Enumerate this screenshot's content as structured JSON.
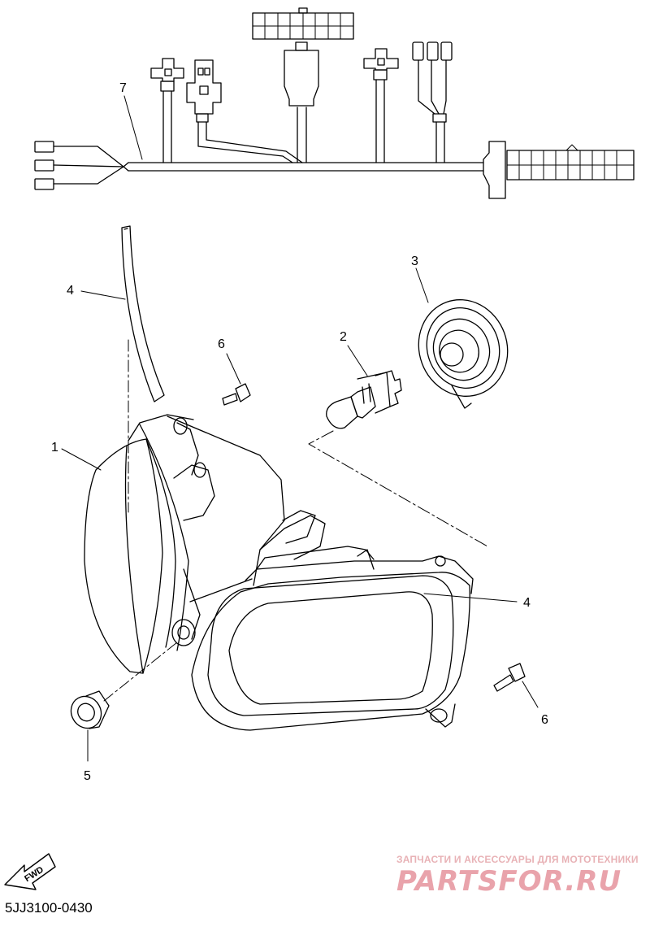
{
  "diagram": {
    "callouts": {
      "c1": "1",
      "c2": "2",
      "c3": "3",
      "c4a": "4",
      "c4b": "4",
      "c5": "5",
      "c6a": "6",
      "c6b": "6",
      "c7": "7"
    },
    "fwd_label": "FWD",
    "part_code": "5JJ3100-0430"
  },
  "watermark": {
    "line1": "ЗАПЧАСТИ И АКСЕССУАРЫ ДЛЯ МОТОТЕХНИКИ",
    "line2": "PARTSFOR.RU",
    "color": "#e9a3ab"
  }
}
